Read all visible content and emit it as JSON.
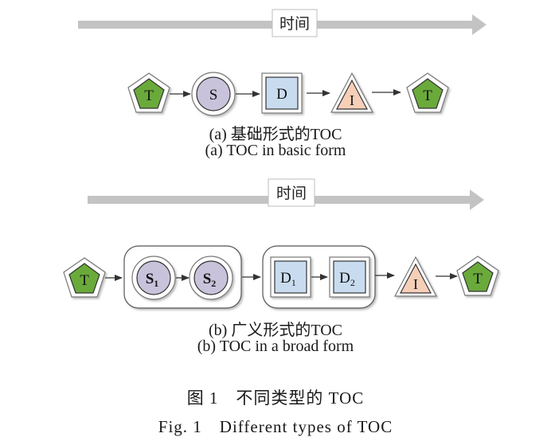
{
  "time_label": "时间",
  "diagram_a": {
    "nodes": [
      "T",
      "S",
      "D",
      "I",
      "T"
    ],
    "caption_cn": "(a) 基础形式的TOC",
    "caption_en": "(a) TOC in basic form"
  },
  "diagram_b": {
    "nodes_first": "T",
    "group_s": [
      {
        "main": "S",
        "sub": "1"
      },
      {
        "main": "S",
        "sub": "2"
      }
    ],
    "group_d": [
      {
        "main": "D",
        "sub": "1"
      },
      {
        "main": "D",
        "sub": "2"
      }
    ],
    "nodes_last": [
      "I",
      "T"
    ],
    "caption_cn": "(b) 广义形式的TOC",
    "caption_en": "(b) TOC in a broad form"
  },
  "figure": {
    "caption_cn": "图 1　不同类型的 TOC",
    "caption_en": "Fig. 1　Different types of TOC"
  },
  "colors": {
    "pentagon": "#6aaa3a",
    "circle": "#c9c2db",
    "square": "#c9dcef",
    "triangle": "#f6cfb8",
    "arrow": "#b0b0b0"
  }
}
